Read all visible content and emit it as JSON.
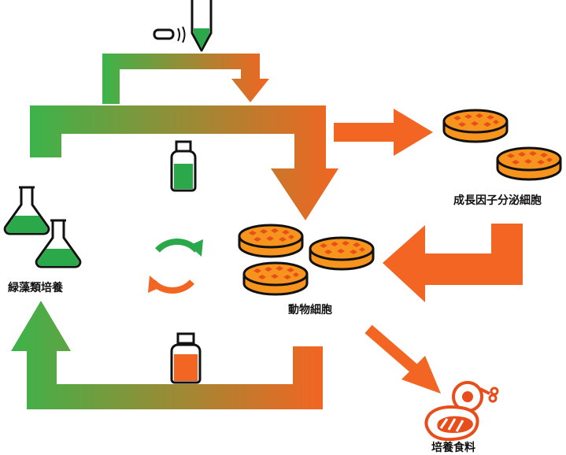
{
  "labels": {
    "algae": "緑藻類培養",
    "animal_cells": "動物細胞",
    "growth_factor_cells": "成長因子分泌細胞",
    "cultured_food": "培養食料"
  },
  "colors": {
    "green": "#3cb34a",
    "orange": "#f26522",
    "dish_fill": "#f7941d",
    "dish_cell": "#e84e1b",
    "flask_green": "#2aa84a",
    "outline": "#111111"
  },
  "icons": [
    "syringe-icon",
    "green-medium-bottle-icon",
    "orange-medium-bottle-icon",
    "flask-icon",
    "petri-dish-icon",
    "recycle-arrows-icon",
    "meat-icon",
    "steak-icon"
  ]
}
